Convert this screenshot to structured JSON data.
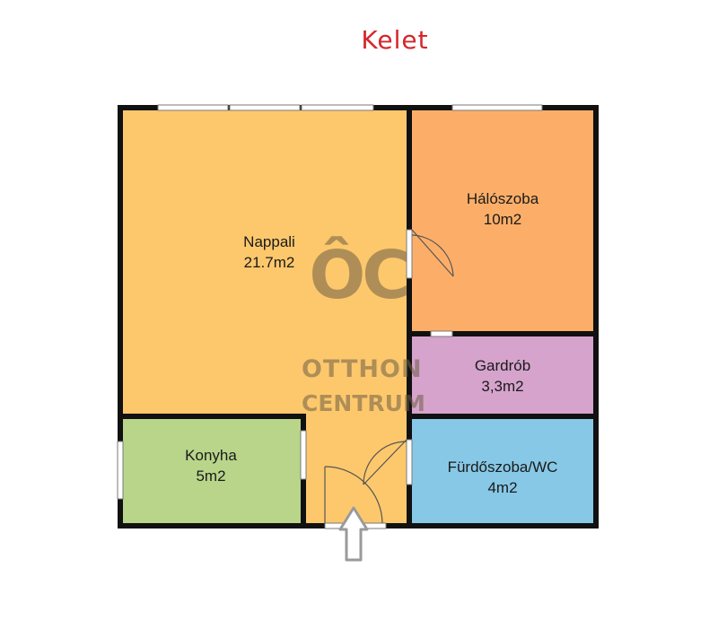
{
  "compass": {
    "label": "Kelet",
    "color": "#d6262b"
  },
  "watermark": {
    "logo": "ÔC",
    "line1": "OTTHON",
    "line2": "CENTRUM"
  },
  "rooms": {
    "nappali": {
      "name": "Nappali",
      "area": "21.7m2",
      "color": "#fdc86c"
    },
    "haloszoba": {
      "name": "Hálószoba",
      "area": "10m2",
      "color": "#fcae68"
    },
    "gardrob": {
      "name": "Gardrób",
      "area": "3,3m2",
      "color": "#d5a3cc"
    },
    "konyha": {
      "name": "Konyha",
      "area": "5m2",
      "color": "#b8d58a"
    },
    "furdo": {
      "name": "Fürdőszoba/WC",
      "area": "4m2",
      "color": "#87c8e6"
    }
  },
  "colors": {
    "wall": "#111111",
    "entrance_arrow": "#9a9a9a"
  }
}
